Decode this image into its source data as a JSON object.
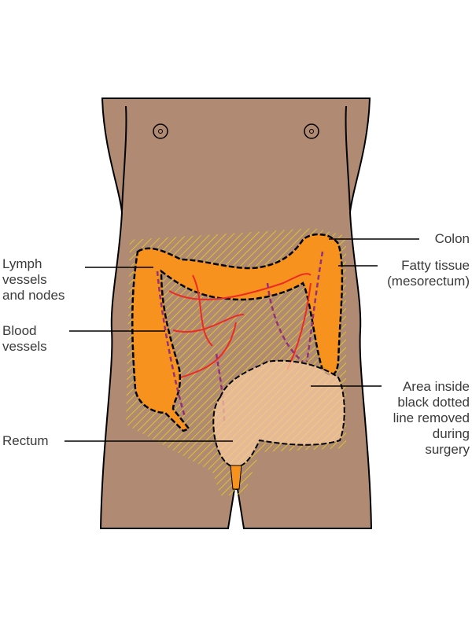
{
  "colors": {
    "skin": "#b08a72",
    "colon": "#f7921e",
    "fat_hatch": "#e8d21a",
    "blood": "#ee2a24",
    "lymph": "#93307a",
    "removed_area": "#f8c9a0"
  },
  "labels": {
    "lymph": [
      "Lymph",
      "vessels",
      "and nodes"
    ],
    "blood": [
      "Blood",
      "vessels"
    ],
    "rectum": "Rectum",
    "colon": "Colon",
    "fatty": [
      "Fatty tissue",
      "(mesorectum)"
    ],
    "area": [
      "Area inside",
      "black dotted",
      "line removed",
      "during",
      "surgery"
    ]
  }
}
